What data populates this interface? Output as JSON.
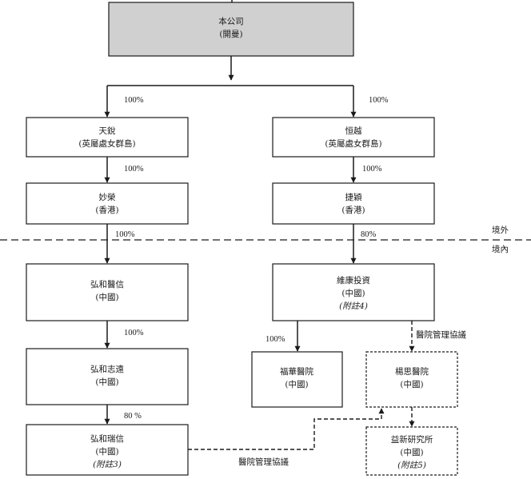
{
  "entities": {
    "company": {
      "name": "本公司",
      "place": "(開曼)"
    },
    "tianrui": {
      "name": "天銳",
      "place": "(英屬處女群島)"
    },
    "hengyue": {
      "name": "恒越",
      "place": "(英屬處女群島)"
    },
    "miaorong": {
      "name": "妙榮",
      "place": "(香港)"
    },
    "jieying": {
      "name": "捷穎",
      "place": "(香港)"
    },
    "hongheyixin": {
      "name": "弘和醫信",
      "place": "(中國)"
    },
    "weikang": {
      "name": "維康投資",
      "place": "(中國)",
      "note": "(附註4)"
    },
    "hongzhizhiyuan": {
      "name": "弘和志遠",
      "place": "(中國)"
    },
    "fuhua": {
      "name": "福華醫院",
      "place": "(中國)"
    },
    "yangsi": {
      "name": "楊思醫院",
      "place": "(中國)"
    },
    "hongheruixin": {
      "name": "弘和瑞信",
      "place": "(中國)",
      "note": "(附註3)"
    },
    "yixin": {
      "name": "益新研究所",
      "place": "(中國)",
      "note": "(附註5)"
    }
  },
  "ownership": {
    "company_tianrui": "100%",
    "company_hengyue": "100%",
    "tianrui_miaorong": "100%",
    "hengyue_jieying": "100%",
    "miaorong_hongheyixin": "100%",
    "jieying_weikang": "80%",
    "hongheyixin_hongzhizhiyuan": "100%",
    "weikang_fuhua": "100%",
    "hongzhizhiyuan_hongheruixin": "80 %"
  },
  "agreements": {
    "weikang_yangsi": "醫院管理協議",
    "ruixin_yangsi": "醫院管理協議"
  },
  "border": {
    "outside": "境外",
    "inside": "境內"
  },
  "colors": {
    "company_fill": "#d0d0d0",
    "line": "#1a1a1a"
  }
}
